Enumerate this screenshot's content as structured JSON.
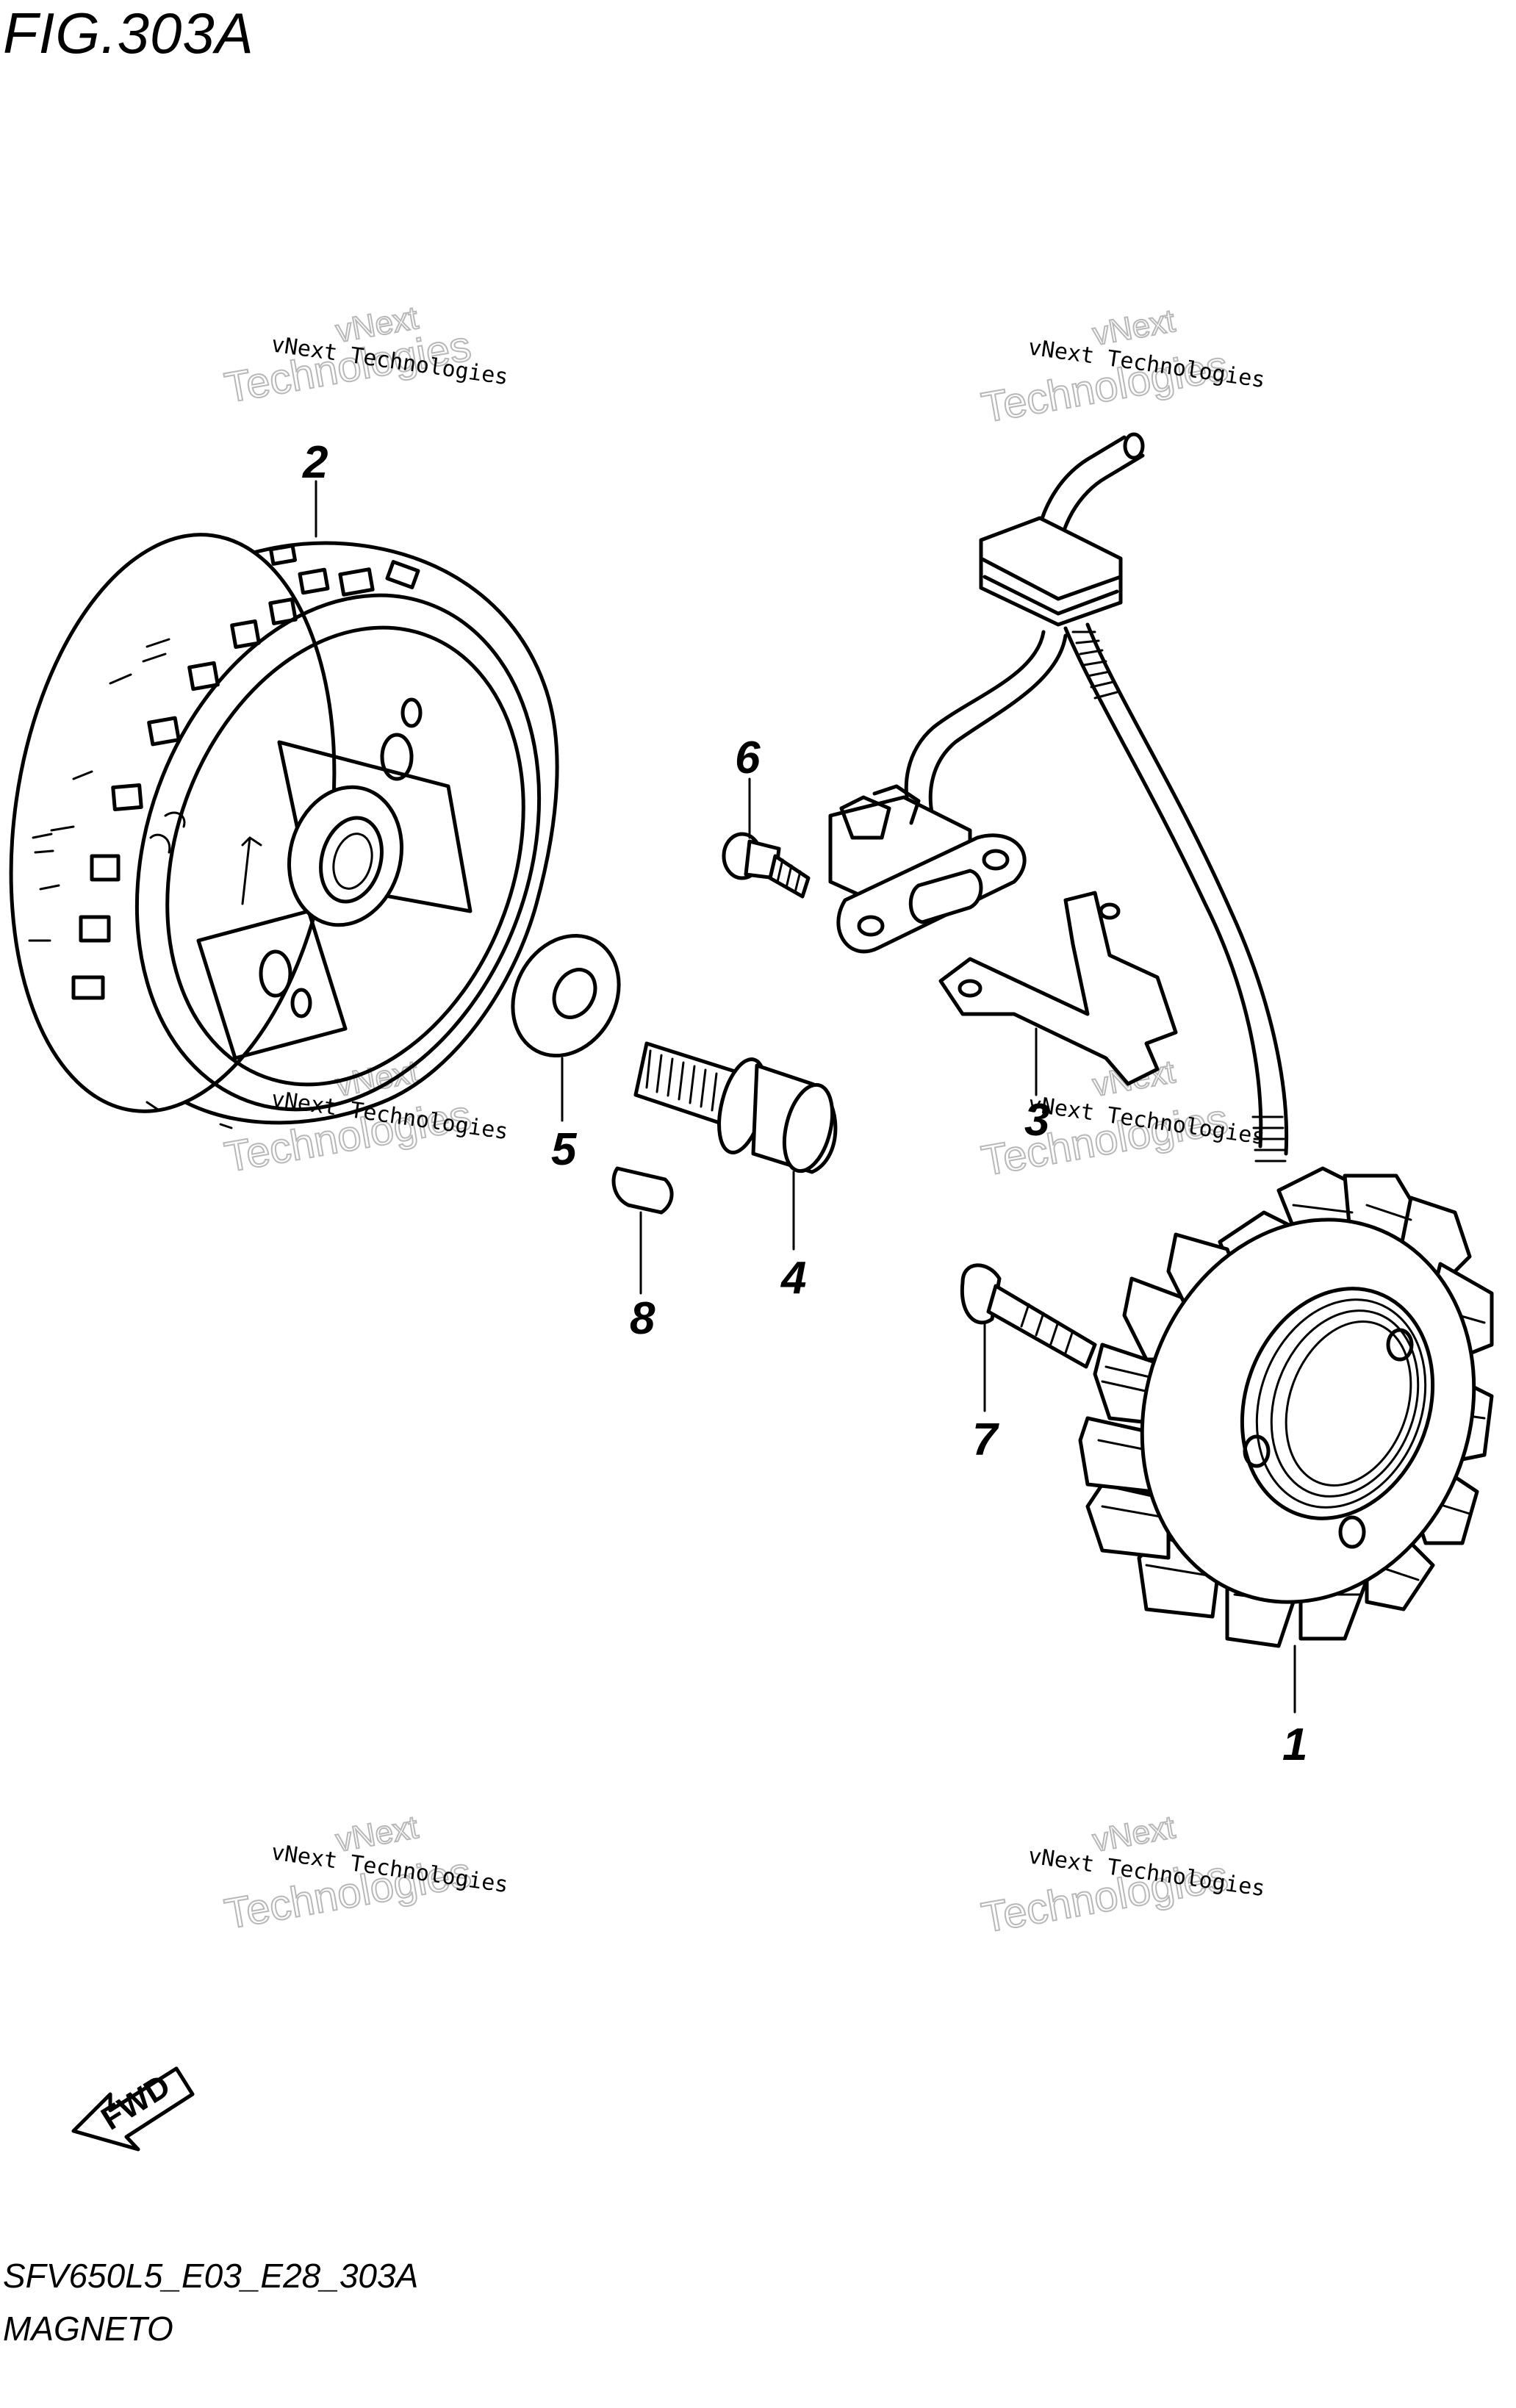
{
  "figure": {
    "title": "FIG.303A",
    "code": "SFV650L5_E03_E28_303A",
    "name": "MAGNETO"
  },
  "watermark": {
    "line": "vNext Technologies",
    "word_a": "vNext",
    "word_b": "Technologies"
  },
  "direction_arrow": {
    "label": "FWD"
  },
  "callouts": [
    {
      "id": "1",
      "part": "stator"
    },
    {
      "id": "2",
      "part": "rotor"
    },
    {
      "id": "3",
      "part": "bracket"
    },
    {
      "id": "4",
      "part": "rotor-bolt"
    },
    {
      "id": "5",
      "part": "washer"
    },
    {
      "id": "6",
      "part": "screw"
    },
    {
      "id": "7",
      "part": "stator-bolt"
    },
    {
      "id": "8",
      "part": "key"
    }
  ]
}
